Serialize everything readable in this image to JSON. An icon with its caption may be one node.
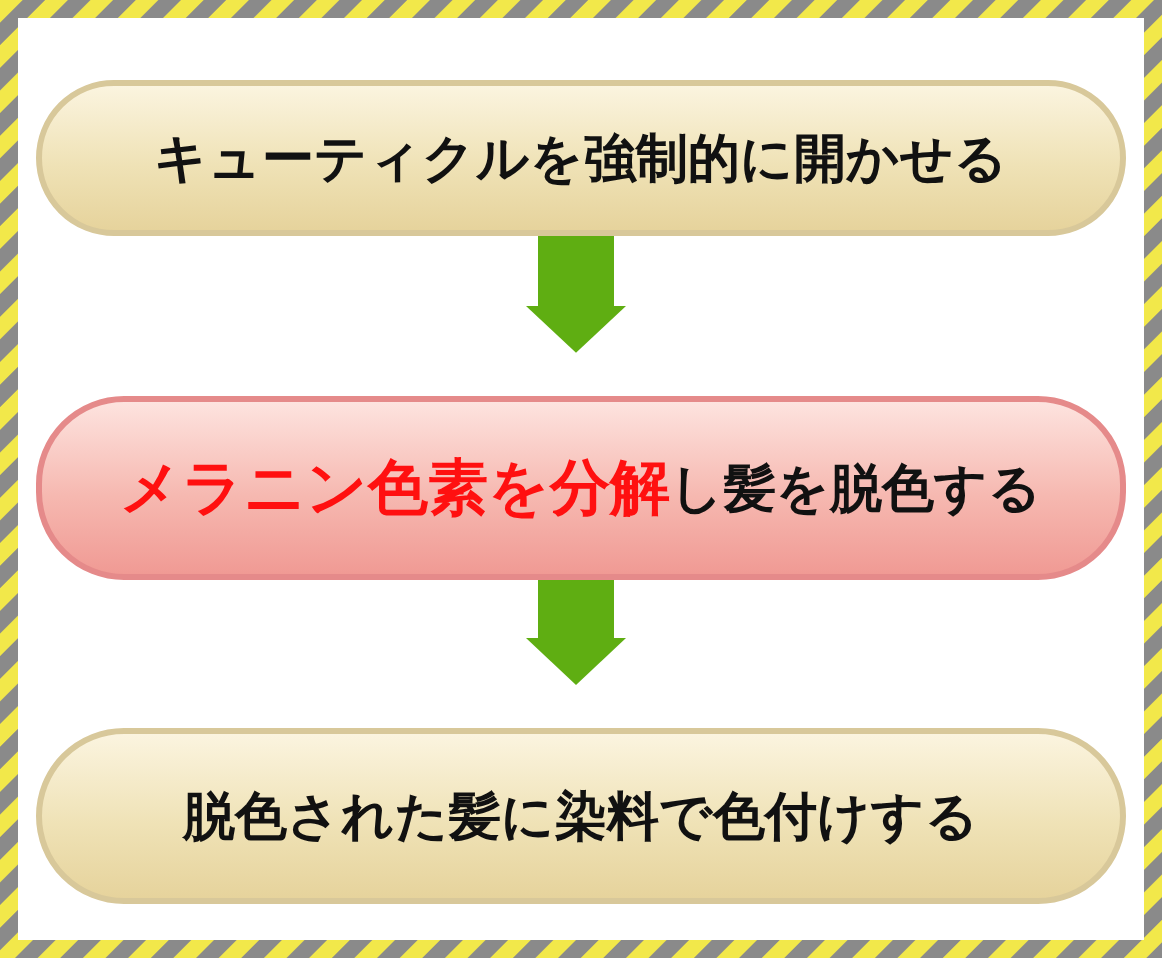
{
  "diagram": {
    "nodes": [
      {
        "text": [
          "キューティクルを強制的に開かせる"
        ]
      },
      {
        "text": [
          "メラニン色素を分解",
          "し髪を脱色する"
        ]
      },
      {
        "text": [
          "脱色された髪に染料で色付けする"
        ]
      }
    ],
    "edges": [
      {
        "from": 0,
        "to": 1,
        "arrow": "to"
      },
      {
        "from": 1,
        "to": 2,
        "arrow": "to"
      }
    ]
  }
}
